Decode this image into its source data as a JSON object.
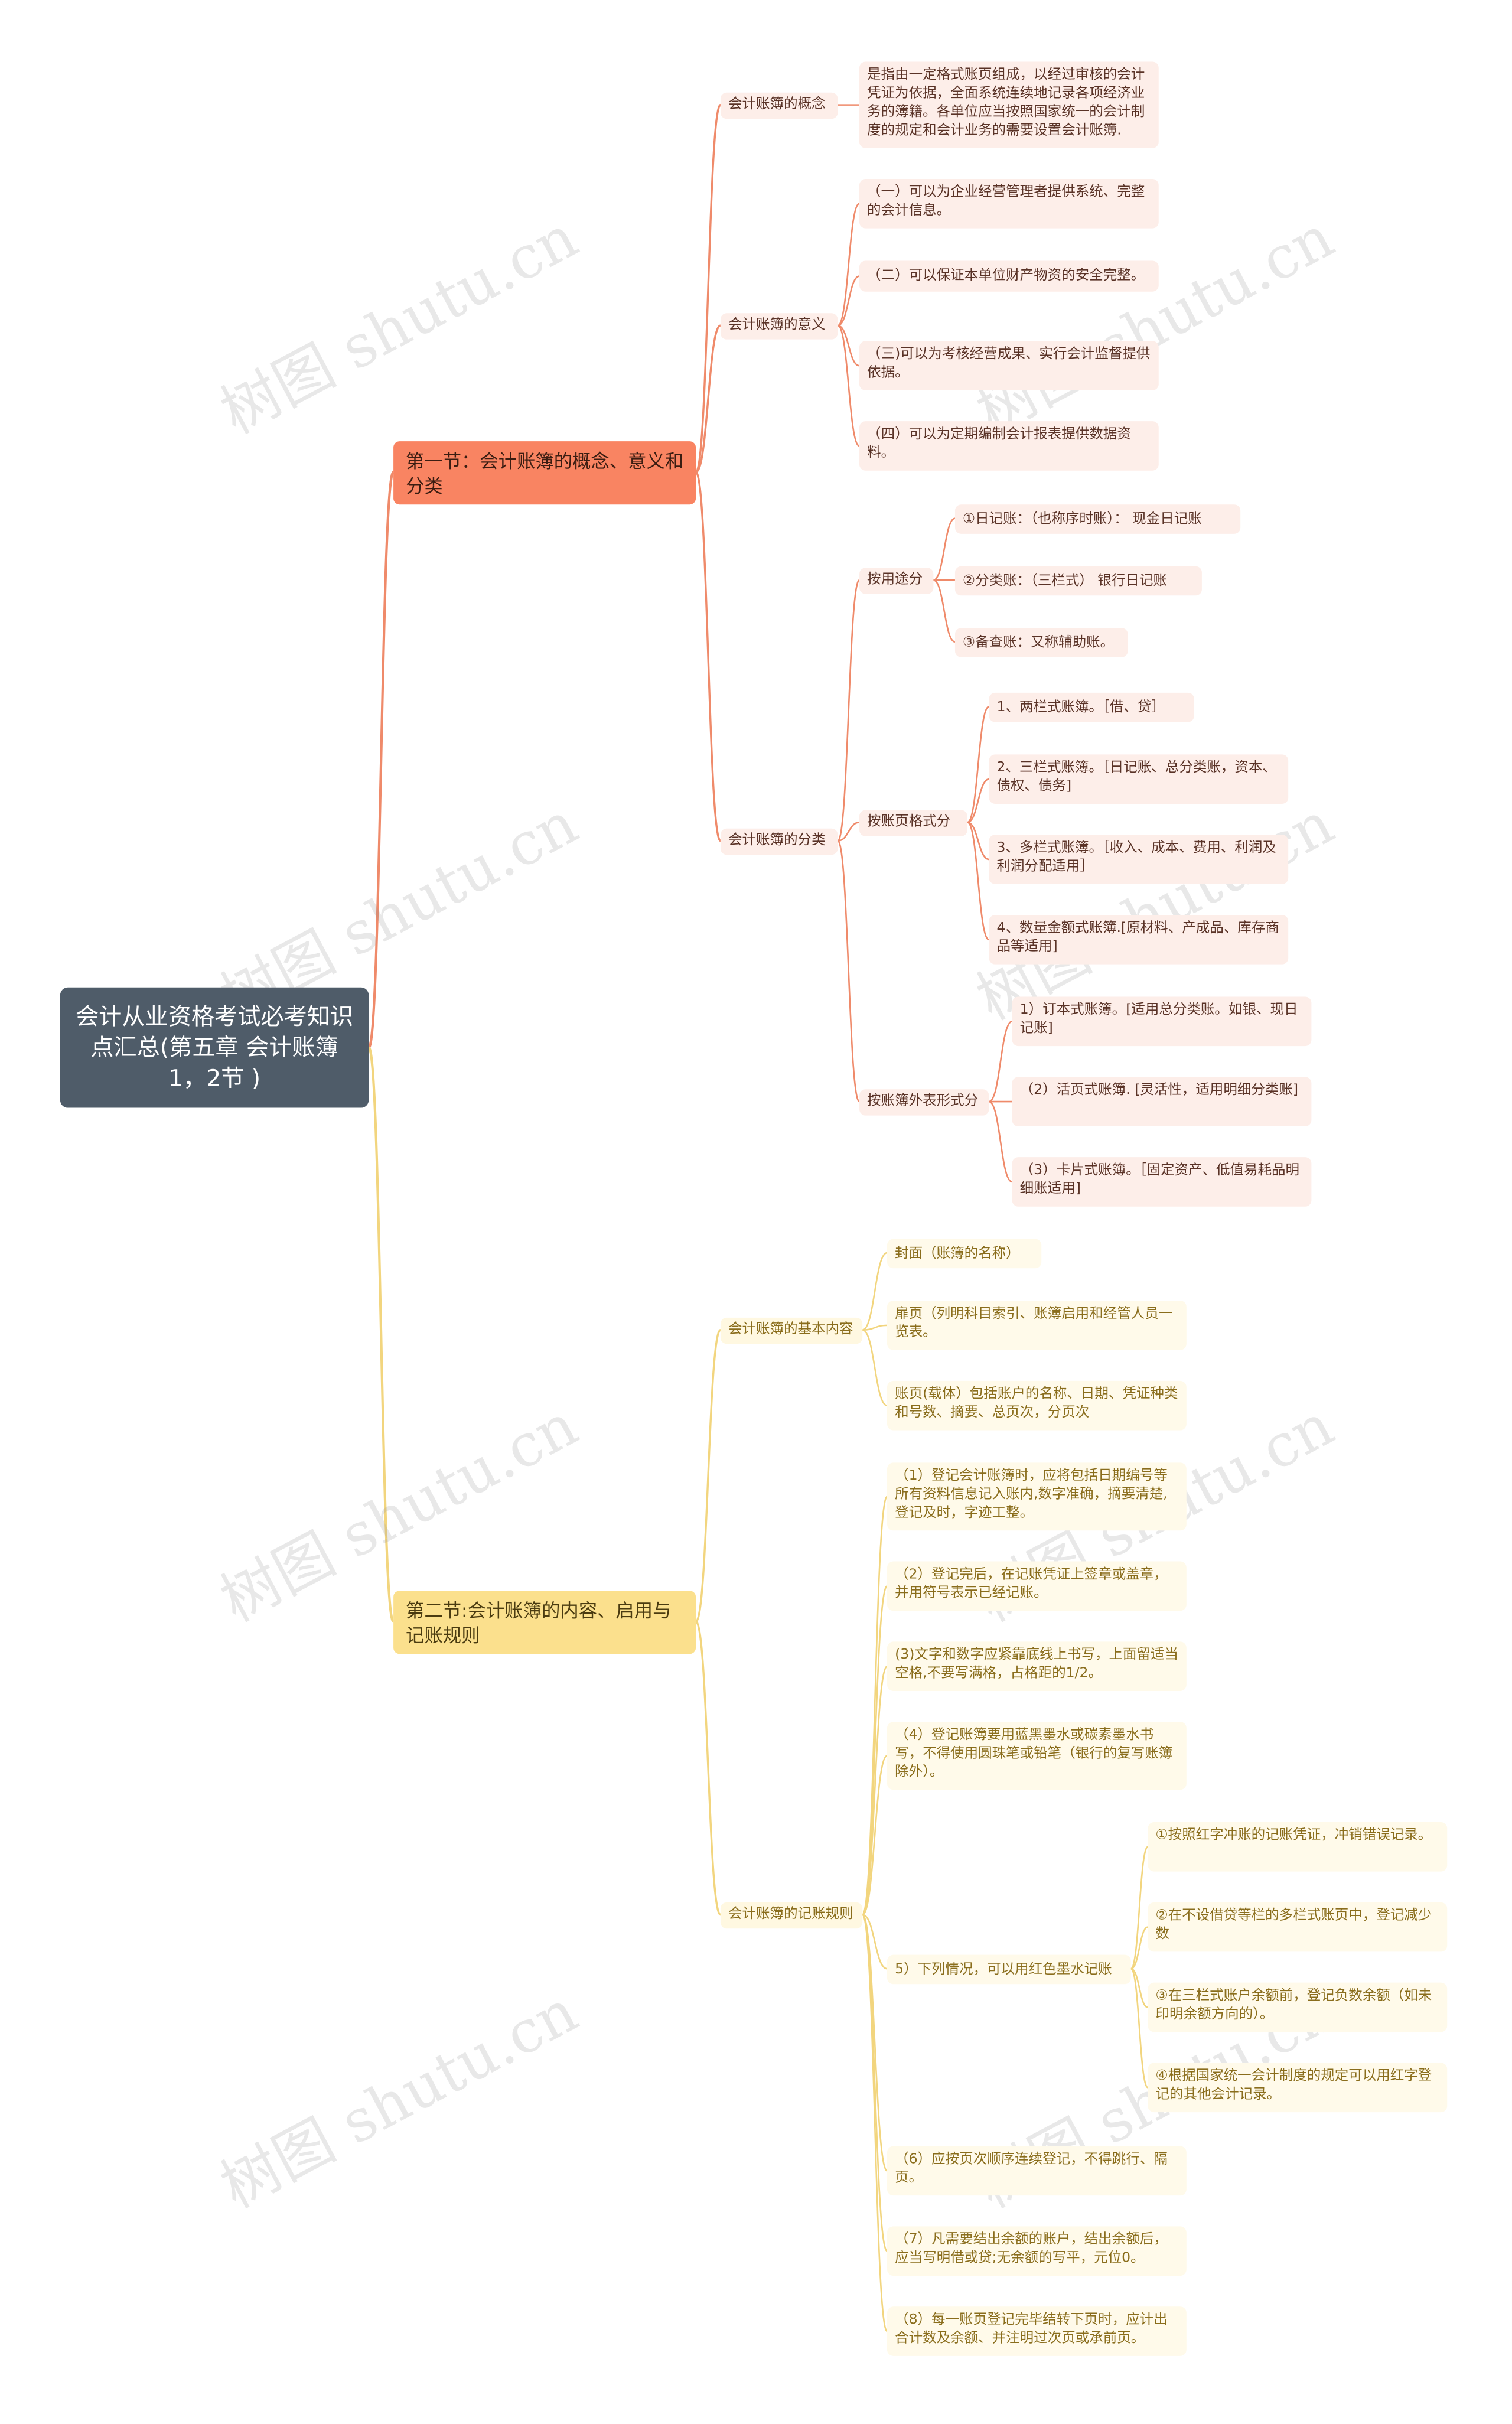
{
  "root": {
    "title": "会计从业资格考试必考知识点汇总(第五章  会计账簿 1，2节 )"
  },
  "section1": {
    "title": "第一节：会计账簿的概念、意义和分类",
    "concept": {
      "label": "会计账簿的概念",
      "text": "是指由一定格式账页组成，以经过审核的会计凭证为依据，全面系统连续地记录各项经济业务的簿籍。各单位应当按照国家统一的会计制度的规定和会计业务的需要设置会计账簿."
    },
    "meaning": {
      "label": "会计账簿的意义",
      "items": [
        "（一）可以为企业经营管理者提供系统、完整的会计信息。",
        "（二）可以保证本单位财产物资的安全完整。",
        "（三)可以为考核经营成果、实行会计监督提供依据。",
        "（四）可以为定期编制会计报表提供数据资料。"
      ]
    },
    "classification": {
      "label": "会计账簿的分类",
      "by_use": {
        "label": "按用途分",
        "items": [
          "①日记账：（也称序时账）：  现金日记账",
          "②分类账：（三栏式）  银行日记账",
          "③备查账：又称辅助账。"
        ]
      },
      "by_format": {
        "label": "按账页格式分",
        "items": [
          "1、两栏式账簿。［借、贷］",
          "2、三栏式账簿。［日记账、总分类账，资本、债权、债务]",
          "3、多栏式账簿。［收入、成本、费用、利润及利润分配适用］",
          "4、数量金额式账簿.[原材料、产成品、库存商品等适用]"
        ]
      },
      "by_form": {
        "label": "按账簿外表形式分",
        "items": [
          "1）订本式账簿。[适用总分类账。如银、现日记账]",
          "（2）活页式账簿. [灵活性，适用明细分类账]",
          "（3）卡片式账簿。［固定资产、低值易耗品明细账适用]"
        ]
      }
    }
  },
  "section2": {
    "title": "第二节:会计账簿的内容、启用与记账规则",
    "basic": {
      "label": "会计账簿的基本内容",
      "items": [
        "封面（账簿的名称）",
        "扉页（列明科目索引、账簿启用和经管人员一览表。",
        "账页(载体）包括账户的名称、日期、凭证种类和号数、摘要、总页次，分页次"
      ]
    },
    "rules": {
      "label": "会计账簿的记账规则",
      "items": [
        "（1）登记会计账簿时，应将包括日期编号等所有资料信息记入账内,数字准确，摘要清楚,登记及时，字迹工整。",
        "（2）登记完后，在记账凭证上签章或盖章，并用符号表示已经记账。",
        "(3)文字和数字应紧靠底线上书写，上面留适当空格,不要写满格，占格距的1/2。",
        "（4）登记账簿要用蓝黑墨水或碳素墨水书写，不得使用圆珠笔或铅笔（银行的复写账簿除外）。",
        "5）下列情况，可以用红色墨水记账",
        "（6）应按页次顺序连续登记，不得跳行、隔页。",
        "（7）凡需要结出余额的账户，结出余额后，应当写明借或贷;无余额的写平，元位0。",
        "（8）每一账页登记完毕结转下页时，应计出合计数及余额、并注明过次页或承前页。"
      ],
      "red_ink": [
        "①按照红字冲账的记账凭证，冲销错误记录。",
        "②在不设借贷等栏的多栏式账页中，登记减少数",
        "③在三栏式账户余额前，登记负数余额（如未印明余额方向的）。",
        "④根据国家统一会计制度的规定可以用红字登记的其他会计记录。"
      ]
    }
  },
  "watermark": "树图 shutu.cn",
  "colors": {
    "orange": "#f98462",
    "orange_line": "#ef8a6a",
    "yellow": "#fbe08d",
    "yellow_line": "#f2d57e",
    "root": "#4f5c69"
  }
}
